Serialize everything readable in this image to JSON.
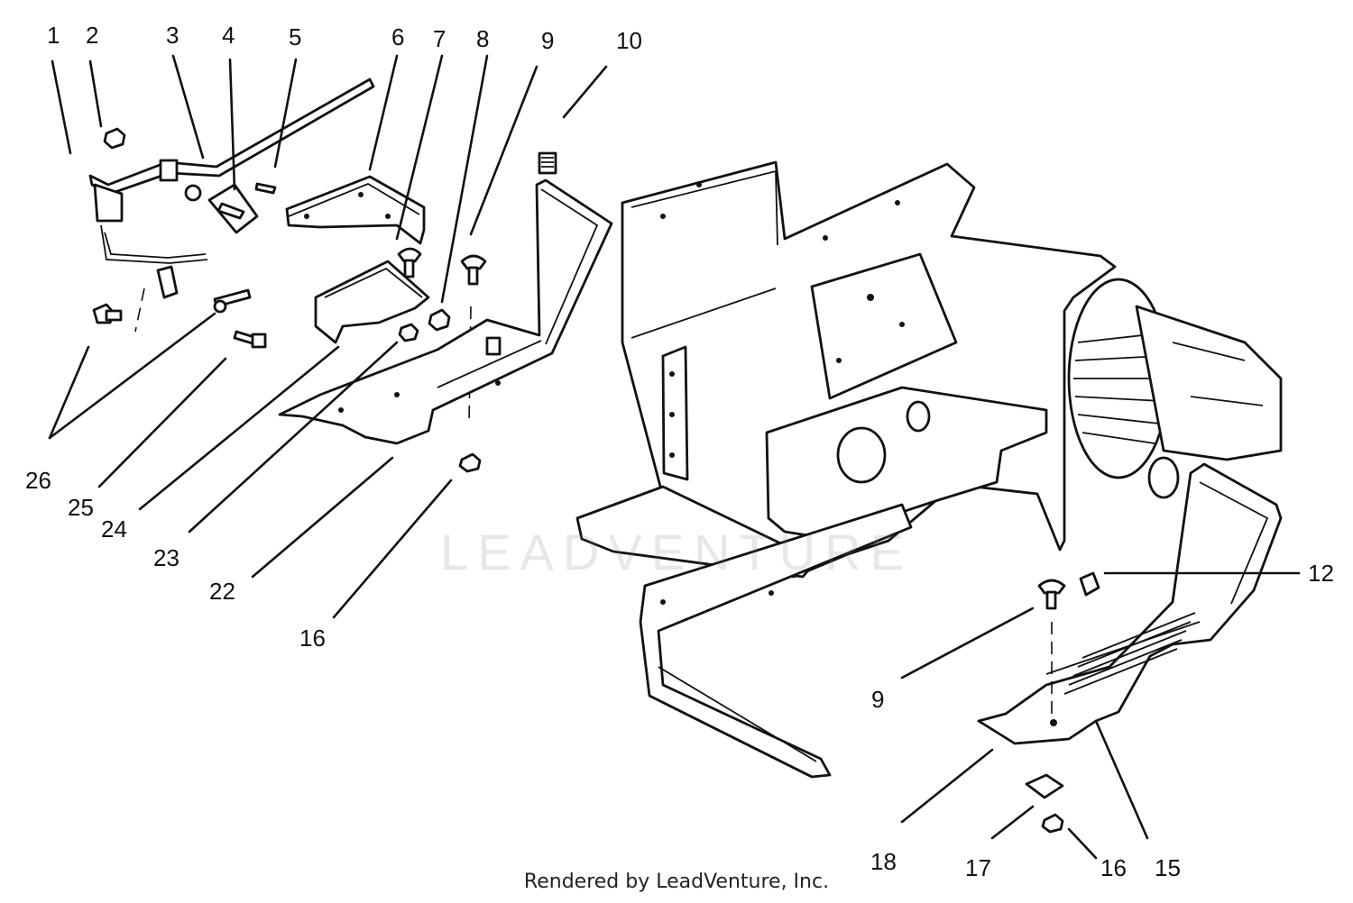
{
  "footer": {
    "credit": "Rendered by LeadVenture, Inc."
  },
  "watermark": {
    "text": "LEADVENTURE"
  },
  "callouts": [
    {
      "id": "c1",
      "label": "1"
    },
    {
      "id": "c2",
      "label": "2"
    },
    {
      "id": "c3",
      "label": "3"
    },
    {
      "id": "c4",
      "label": "4"
    },
    {
      "id": "c5",
      "label": "5"
    },
    {
      "id": "c6",
      "label": "6"
    },
    {
      "id": "c7",
      "label": "7"
    },
    {
      "id": "c8",
      "label": "8"
    },
    {
      "id": "c9a",
      "label": "9"
    },
    {
      "id": "c10",
      "label": "10"
    },
    {
      "id": "c12",
      "label": "12"
    },
    {
      "id": "c9b",
      "label": "9"
    },
    {
      "id": "c18",
      "label": "18"
    },
    {
      "id": "c17",
      "label": "17"
    },
    {
      "id": "c16b",
      "label": "16"
    },
    {
      "id": "c15",
      "label": "15"
    },
    {
      "id": "c26",
      "label": "26"
    },
    {
      "id": "c25",
      "label": "25"
    },
    {
      "id": "c24",
      "label": "24"
    },
    {
      "id": "c23",
      "label": "23"
    },
    {
      "id": "c22",
      "label": "22"
    },
    {
      "id": "c16a",
      "label": "16"
    }
  ]
}
